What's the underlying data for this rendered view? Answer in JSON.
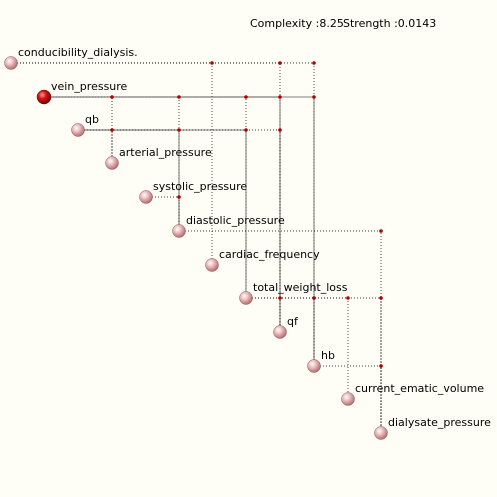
{
  "header": {
    "complexity": "Complexity :8.25",
    "strength": "Strength :0.0143"
  },
  "colors": {
    "background": "#fffef6",
    "node": "#e9aeb0",
    "node_selected": "#d01010",
    "edge": "#000000",
    "junction": "#b00000"
  },
  "nodes": [
    {
      "id": "conducibility",
      "label": "conducibility_dialysis.",
      "selected": false
    },
    {
      "id": "vein",
      "label": "vein_pressure",
      "selected": true
    },
    {
      "id": "qb",
      "label": "qb",
      "selected": false
    },
    {
      "id": "arterial",
      "label": "arterial_pressure",
      "selected": false
    },
    {
      "id": "systolic",
      "label": "systolic_pressure",
      "selected": false
    },
    {
      "id": "diastolic",
      "label": "diastolic_pressure",
      "selected": false
    },
    {
      "id": "cardiac",
      "label": "cardiac_frequency",
      "selected": false
    },
    {
      "id": "twl",
      "label": "total_weight_loss",
      "selected": false
    },
    {
      "id": "qf",
      "label": "qf",
      "selected": false
    },
    {
      "id": "hb",
      "label": "hb",
      "selected": false
    },
    {
      "id": "cev",
      "label": "current_ematic_volume",
      "selected": false
    },
    {
      "id": "dialysate",
      "label": "dialysate_pressure",
      "selected": false
    }
  ],
  "edges": [
    {
      "from": "conducibility",
      "to": "cardiac",
      "style": "dotted"
    },
    {
      "from": "conducibility",
      "to": "qf",
      "style": "dotted"
    },
    {
      "from": "conducibility",
      "to": "hb",
      "style": "dotted"
    },
    {
      "from": "vein",
      "to": "diastolic",
      "style": "dotted"
    },
    {
      "from": "vein",
      "to": "twl",
      "style": "dotted"
    },
    {
      "from": "vein",
      "to": "qf",
      "style": "solid"
    },
    {
      "from": "vein",
      "to": "arterial",
      "style": "dotted"
    },
    {
      "from": "vein",
      "to": "hb",
      "style": "solid"
    },
    {
      "from": "qb",
      "to": "arterial",
      "style": "dotted"
    },
    {
      "from": "qb",
      "to": "diastolic",
      "style": "solid"
    },
    {
      "from": "qb",
      "to": "twl",
      "style": "solid"
    },
    {
      "from": "qb",
      "to": "qf",
      "style": "dotted"
    },
    {
      "from": "systolic",
      "to": "diastolic",
      "style": "dotted"
    },
    {
      "from": "diastolic",
      "to": "dialysate",
      "style": "dotted"
    },
    {
      "from": "twl",
      "to": "hb",
      "style": "dotted"
    },
    {
      "from": "twl",
      "to": "qf",
      "style": "dotted"
    },
    {
      "from": "twl",
      "to": "cev",
      "style": "dotted"
    },
    {
      "from": "twl",
      "to": "dialysate",
      "style": "dotted"
    },
    {
      "from": "hb",
      "to": "dialysate",
      "style": "dotted"
    }
  ]
}
